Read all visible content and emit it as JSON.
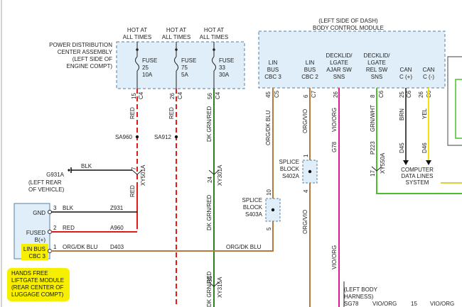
{
  "colors": {
    "red": "#e11a1a",
    "green": "#2e7d1e",
    "brown": "#b5793e",
    "pink": "#e0198f",
    "yellow": "#f5e400",
    "lime": "#4dbf2a",
    "olive": "#c9c400",
    "box_fill": "#dfeef8",
    "highlight": "#f7ef00"
  },
  "pdc": {
    "lines": [
      "POWER DISTRIBUTION",
      "CENTER ASSEMBLY",
      "(LEFT SIDE OF",
      "ENGINE COMPT)"
    ],
    "hot1": [
      "HOT AT",
      "ALL TIMES"
    ],
    "hot2": [
      "HOT AT",
      "ALL TIMES"
    ],
    "hot3": [
      "HOT AT",
      "ALL TIMES"
    ],
    "fuse1": [
      "FUSE",
      "25",
      "10A"
    ],
    "fuse2": [
      "FUSE",
      "75",
      "5A"
    ],
    "fuse3": [
      "FUSE",
      "33",
      "30A"
    ]
  },
  "bcm": {
    "title": [
      "(LEFT SIDE OF DASH)",
      "BODY CONTROL MODULE"
    ],
    "pins": [
      {
        "label": [
          "LIN",
          "BUS",
          "CBC 3"
        ],
        "pin": "45",
        "conn": "C5"
      },
      {
        "label": [
          "LIN",
          "BUS",
          "CBC 2"
        ],
        "pin": "6",
        "conn": "C7"
      },
      {
        "label": [
          "DECKLID/",
          "LGATE",
          "AJAR SW",
          "SNS"
        ],
        "pin": "26",
        "conn": ""
      },
      {
        "label": [
          "DECKLID/",
          "LGATE",
          "REL SW",
          "SNS"
        ],
        "pin": "8",
        "conn": "C6"
      },
      {
        "label": [
          "CAN",
          "C (+)"
        ],
        "pin": "25",
        "conn": "C6"
      },
      {
        "label": [
          "CAN",
          "C (-)"
        ],
        "pin": "26",
        "conn": "C6"
      }
    ]
  },
  "fuse_pins": [
    {
      "pin": "15",
      "conn": "C4"
    },
    {
      "pin": "26",
      "conn": "C4"
    },
    {
      "pin": "56",
      "conn": "C4"
    }
  ],
  "wires": {
    "red1": "RED",
    "red2": "RED",
    "green": "DK GRN/RED",
    "brown": "ORG/DK BLU",
    "org_vio": "ORG/VIO",
    "vio_org": "VIO/ORG",
    "g78": "G78",
    "grn_wht": "GRN/WHT",
    "p223": "P223",
    "brn": "BRN",
    "yel": "YEL",
    "d45": "D45",
    "d46": "D46",
    "xy550a": "XY550A",
    "pin17": "17"
  },
  "splices": {
    "sa960": "SA960",
    "sa912": "SA912",
    "s402a": [
      "SPLICE",
      "BLOCK",
      "S402A"
    ],
    "s403a": [
      "SPLICE",
      "BLOCK",
      "S403A"
    ],
    "pin1": "1",
    "pin4": "4",
    "pin10": "10",
    "pin5": "5"
  },
  "ground": {
    "id": "G931A",
    "location": [
      "(LEFT REAR",
      "OF VEHICLE)"
    ],
    "wire": "BLK"
  },
  "xy501a": {
    "pin": "7",
    "id": "XY501A",
    "wire": "RED"
  },
  "xy301a": {
    "pin": "24",
    "id": "XY301A",
    "wire": "DK GRN/RED"
  },
  "xy315a": {
    "pin": "35",
    "id": "XY315A",
    "wire": "DK GRN/RED"
  },
  "module": {
    "pins": [
      {
        "name": "GND",
        "pin": "3",
        "wire": "BLK",
        "circuit": "Z931"
      },
      {
        "name": "FUSED",
        "name2": "B(+)",
        "pin": "2",
        "wire": "RED",
        "circuit": "A960"
      },
      {
        "name": "LIN BUS",
        "name2": "CBC 3",
        "pin": "1",
        "wire": "ORG/DK BLU",
        "circuit": "D403"
      }
    ],
    "brown_right_label": "ORG/DK BLU",
    "title": [
      "HANDS FREE",
      "LIFTGATE MODULE",
      "(REAR CENTER OF",
      "LUGGAGE COMPT)"
    ]
  },
  "computer_lines": [
    "COMPUTER",
    "DATA LINES",
    "SYSTEM"
  ],
  "harness": [
    "(LEFT BODY",
    "HARNESS)",
    "SG78"
  ],
  "bottom": {
    "vio_org1": "VIO/ORG",
    "num15": "15",
    "vio_org2": "VIO/ORG"
  }
}
